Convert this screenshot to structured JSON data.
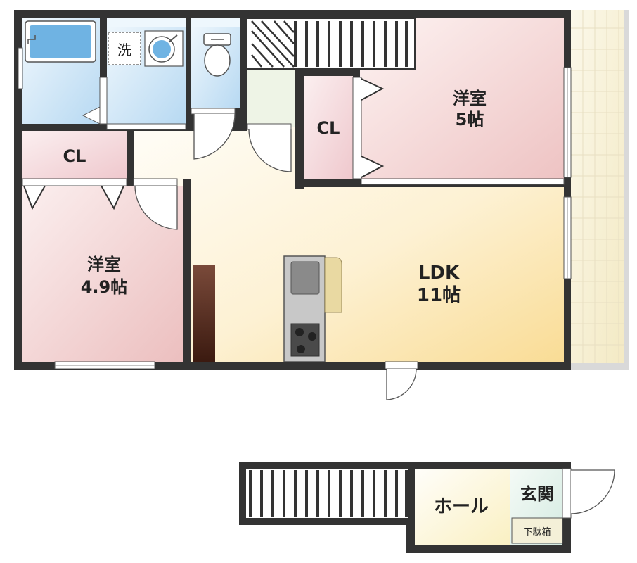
{
  "floorplan": {
    "upper_floor": {
      "rooms": {
        "western_room_a": {
          "name": "洋室",
          "size": "5帖"
        },
        "western_room_b": {
          "name": "洋室",
          "size": "4.9帖"
        },
        "ldk": {
          "name": "LDK",
          "size": "11帖"
        },
        "closet_a": {
          "name": "CL"
        },
        "closet_b": {
          "name": "CL"
        }
      },
      "fixtures": {
        "washer_label": "洗"
      }
    },
    "ground_floor": {
      "hall": {
        "name": "ホール"
      },
      "entrance": {
        "name": "玄関"
      },
      "shoe_cabinet": {
        "name": "下駄箱"
      }
    },
    "colors": {
      "wall": "#333333",
      "western_room": "#f1c9c9",
      "ldk": "#fbe5a8",
      "closet": "#f2cfd4",
      "wet_area": "#bcdcf3",
      "balcony": "#f7f2dc",
      "hall": "#fdf8dc",
      "entrance": "#dff0ea"
    }
  }
}
